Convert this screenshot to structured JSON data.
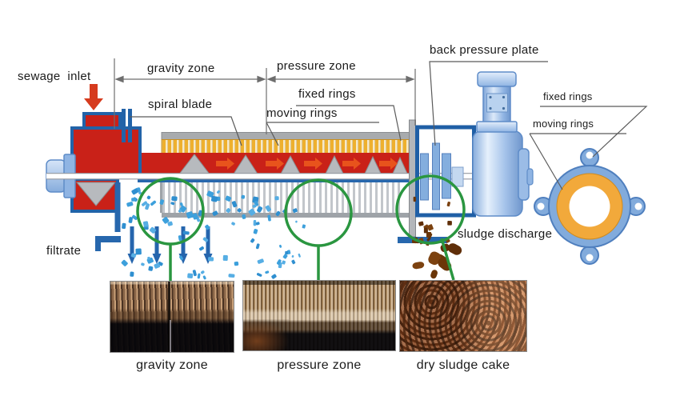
{
  "diagram": {
    "labels": {
      "sewage_inlet": "sewage  inlet",
      "gravity_zone": "gravity zone",
      "pressure_zone": "pressure zone",
      "spiral_blade": "spiral blade",
      "fixed_rings": "fixed rings",
      "moving_rings": "moving rings",
      "back_pressure_plate": "back pressure plate",
      "filtrate": "filtrate",
      "sludge_discharge": "sludge discharge"
    },
    "ring_detail": {
      "fixed_rings": "fixed rings",
      "moving_rings": "moving rings"
    },
    "photo_captions": [
      "gravity zone",
      "pressure zone",
      "dry sludge cake"
    ],
    "colors": {
      "sludge_red": "#c92118",
      "machine_blue": "#2263a8",
      "light_blue": "#8fb4e3",
      "ring_gold": "#eeb02e",
      "highlight_green": "#2a9640",
      "filtrate_blue": "#3da0dc",
      "sludge_brown": "#6b3a10"
    },
    "decor": {
      "droplets": {
        "count": 85,
        "side_count": 12,
        "colors": [
          "#3da0dc",
          "#2f8fd0",
          "#56aee4"
        ]
      },
      "particles": {
        "count": 16,
        "blobs": 7,
        "colors": [
          "#6b3608",
          "#7c4210",
          "#5f2e08"
        ]
      }
    }
  }
}
